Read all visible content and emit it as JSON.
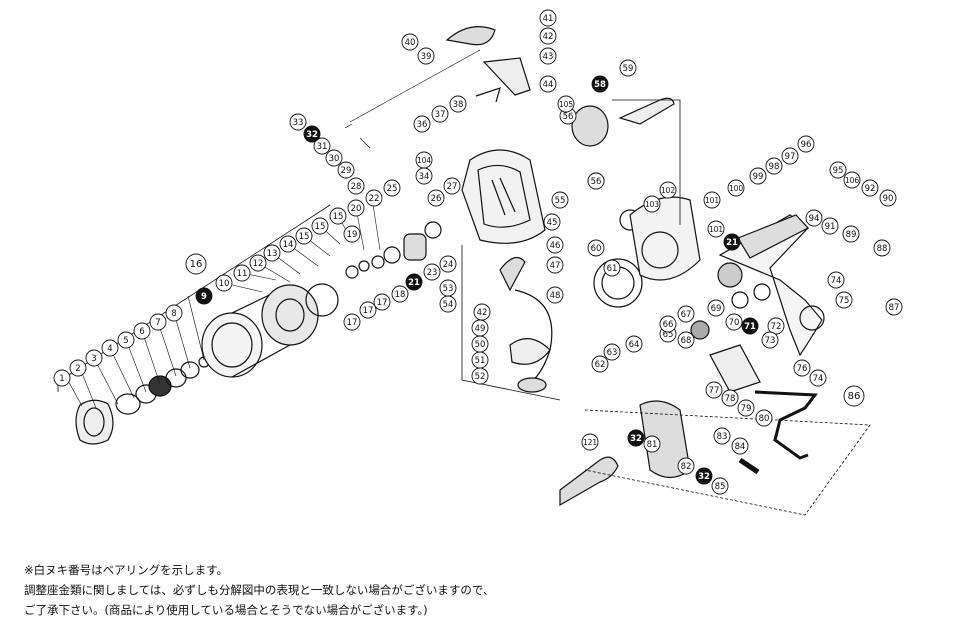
{
  "diagram": {
    "callouts": [
      {
        "id": "1",
        "filled": false
      },
      {
        "id": "2",
        "filled": false
      },
      {
        "id": "3",
        "filled": false
      },
      {
        "id": "4",
        "filled": false
      },
      {
        "id": "5",
        "filled": false
      },
      {
        "id": "6",
        "filled": false
      },
      {
        "id": "7",
        "filled": false
      },
      {
        "id": "8",
        "filled": false
      },
      {
        "id": "9",
        "filled": true
      },
      {
        "id": "10",
        "filled": false
      },
      {
        "id": "11",
        "filled": false
      },
      {
        "id": "12",
        "filled": false
      },
      {
        "id": "13",
        "filled": false
      },
      {
        "id": "14",
        "filled": false
      },
      {
        "id": "15",
        "filled": false
      },
      {
        "id": "15",
        "filled": false
      },
      {
        "id": "15",
        "filled": false
      },
      {
        "id": "16",
        "filled": false
      },
      {
        "id": "17",
        "filled": false
      },
      {
        "id": "17",
        "filled": false
      },
      {
        "id": "17",
        "filled": false
      },
      {
        "id": "18",
        "filled": false
      },
      {
        "id": "19",
        "filled": false
      },
      {
        "id": "20",
        "filled": false
      },
      {
        "id": "21",
        "filled": true
      },
      {
        "id": "21",
        "filled": true
      },
      {
        "id": "22",
        "filled": false
      },
      {
        "id": "23",
        "filled": false
      },
      {
        "id": "24",
        "filled": false
      },
      {
        "id": "25",
        "filled": false
      },
      {
        "id": "26",
        "filled": false
      },
      {
        "id": "27",
        "filled": false
      },
      {
        "id": "28",
        "filled": false
      },
      {
        "id": "29",
        "filled": false
      },
      {
        "id": "30",
        "filled": false
      },
      {
        "id": "31",
        "filled": false
      },
      {
        "id": "32",
        "filled": true
      },
      {
        "id": "32",
        "filled": true
      },
      {
        "id": "32",
        "filled": true
      },
      {
        "id": "33",
        "filled": false
      },
      {
        "id": "34",
        "filled": false
      },
      {
        "id": "36",
        "filled": false
      },
      {
        "id": "37",
        "filled": false
      },
      {
        "id": "38",
        "filled": false
      },
      {
        "id": "39",
        "filled": false
      },
      {
        "id": "40",
        "filled": false
      },
      {
        "id": "41",
        "filled": false
      },
      {
        "id": "42",
        "filled": false
      },
      {
        "id": "42",
        "filled": false
      },
      {
        "id": "43",
        "filled": false
      },
      {
        "id": "44",
        "filled": false
      },
      {
        "id": "45",
        "filled": false
      },
      {
        "id": "46",
        "filled": false
      },
      {
        "id": "47",
        "filled": false
      },
      {
        "id": "48",
        "filled": false
      },
      {
        "id": "49",
        "filled": false
      },
      {
        "id": "50",
        "filled": false
      },
      {
        "id": "51",
        "filled": false
      },
      {
        "id": "52",
        "filled": false
      },
      {
        "id": "53",
        "filled": false
      },
      {
        "id": "54",
        "filled": false
      },
      {
        "id": "55",
        "filled": false
      },
      {
        "id": "56",
        "filled": false
      },
      {
        "id": "56",
        "filled": false
      },
      {
        "id": "56",
        "filled": false
      },
      {
        "id": "58",
        "filled": true
      },
      {
        "id": "59",
        "filled": false
      },
      {
        "id": "60",
        "filled": false
      },
      {
        "id": "61",
        "filled": false
      },
      {
        "id": "62",
        "filled": false
      },
      {
        "id": "63",
        "filled": false
      },
      {
        "id": "64",
        "filled": false
      },
      {
        "id": "65",
        "filled": false
      },
      {
        "id": "66",
        "filled": false
      },
      {
        "id": "67",
        "filled": false
      },
      {
        "id": "68",
        "filled": false
      },
      {
        "id": "69",
        "filled": false
      },
      {
        "id": "70",
        "filled": false
      },
      {
        "id": "71",
        "filled": true
      },
      {
        "id": "72",
        "filled": false
      },
      {
        "id": "73",
        "filled": false
      },
      {
        "id": "74",
        "filled": false
      },
      {
        "id": "74",
        "filled": false
      },
      {
        "id": "75",
        "filled": false
      },
      {
        "id": "76",
        "filled": false
      },
      {
        "id": "77",
        "filled": false
      },
      {
        "id": "78",
        "filled": false
      },
      {
        "id": "79",
        "filled": false
      },
      {
        "id": "80",
        "filled": false
      },
      {
        "id": "81",
        "filled": false
      },
      {
        "id": "82",
        "filled": false
      },
      {
        "id": "83",
        "filled": false
      },
      {
        "id": "84",
        "filled": false
      },
      {
        "id": "85",
        "filled": false
      },
      {
        "id": "86",
        "filled": false
      },
      {
        "id": "87",
        "filled": false
      },
      {
        "id": "88",
        "filled": false
      },
      {
        "id": "89",
        "filled": false
      },
      {
        "id": "90",
        "filled": false
      },
      {
        "id": "91",
        "filled": false
      },
      {
        "id": "92",
        "filled": false
      },
      {
        "id": "94",
        "filled": false
      },
      {
        "id": "95",
        "filled": false
      },
      {
        "id": "96",
        "filled": false
      },
      {
        "id": "97",
        "filled": false
      },
      {
        "id": "98",
        "filled": false
      },
      {
        "id": "99",
        "filled": false
      },
      {
        "id": "100",
        "filled": false
      },
      {
        "id": "101",
        "filled": false
      },
      {
        "id": "101",
        "filled": false
      },
      {
        "id": "102",
        "filled": false
      },
      {
        "id": "103",
        "filled": false
      },
      {
        "id": "104",
        "filled": false
      },
      {
        "id": "105",
        "filled": false
      },
      {
        "id": "106",
        "filled": false
      },
      {
        "id": "121",
        "filled": false
      }
    ]
  },
  "notes": {
    "line1": "※白ヌキ番号はベアリングを示します。",
    "line2": "調整座金類に関しましては、必ずしも分解図中の表現と一致しない場合がございますので、",
    "line3": "ご了承下さい。(商品により使用している場合とそうでない場合がございます。)"
  },
  "colors": {
    "ink": "#111111",
    "badge_fill": "#111111",
    "badge_text_filled": "#ffffff",
    "paper": "#ffffff"
  }
}
